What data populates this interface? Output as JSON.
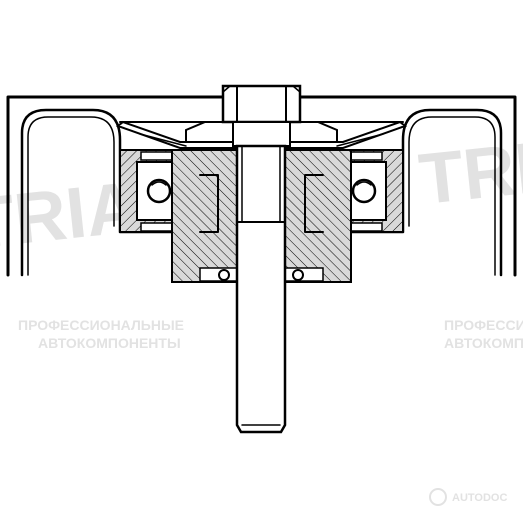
{
  "watermark": {
    "brand": "TRIALLI",
    "tagline_line1": "ПРОФЕССИОНАЛЬНЫЕ",
    "tagline_line2": "АВТОКОМПОНЕНТЫ",
    "corner_logo": "AUTODOC"
  },
  "colors": {
    "line": "#000000",
    "section_fill": "#d9d9d9",
    "background": "#ffffff",
    "watermark": "#e2e2e2"
  }
}
